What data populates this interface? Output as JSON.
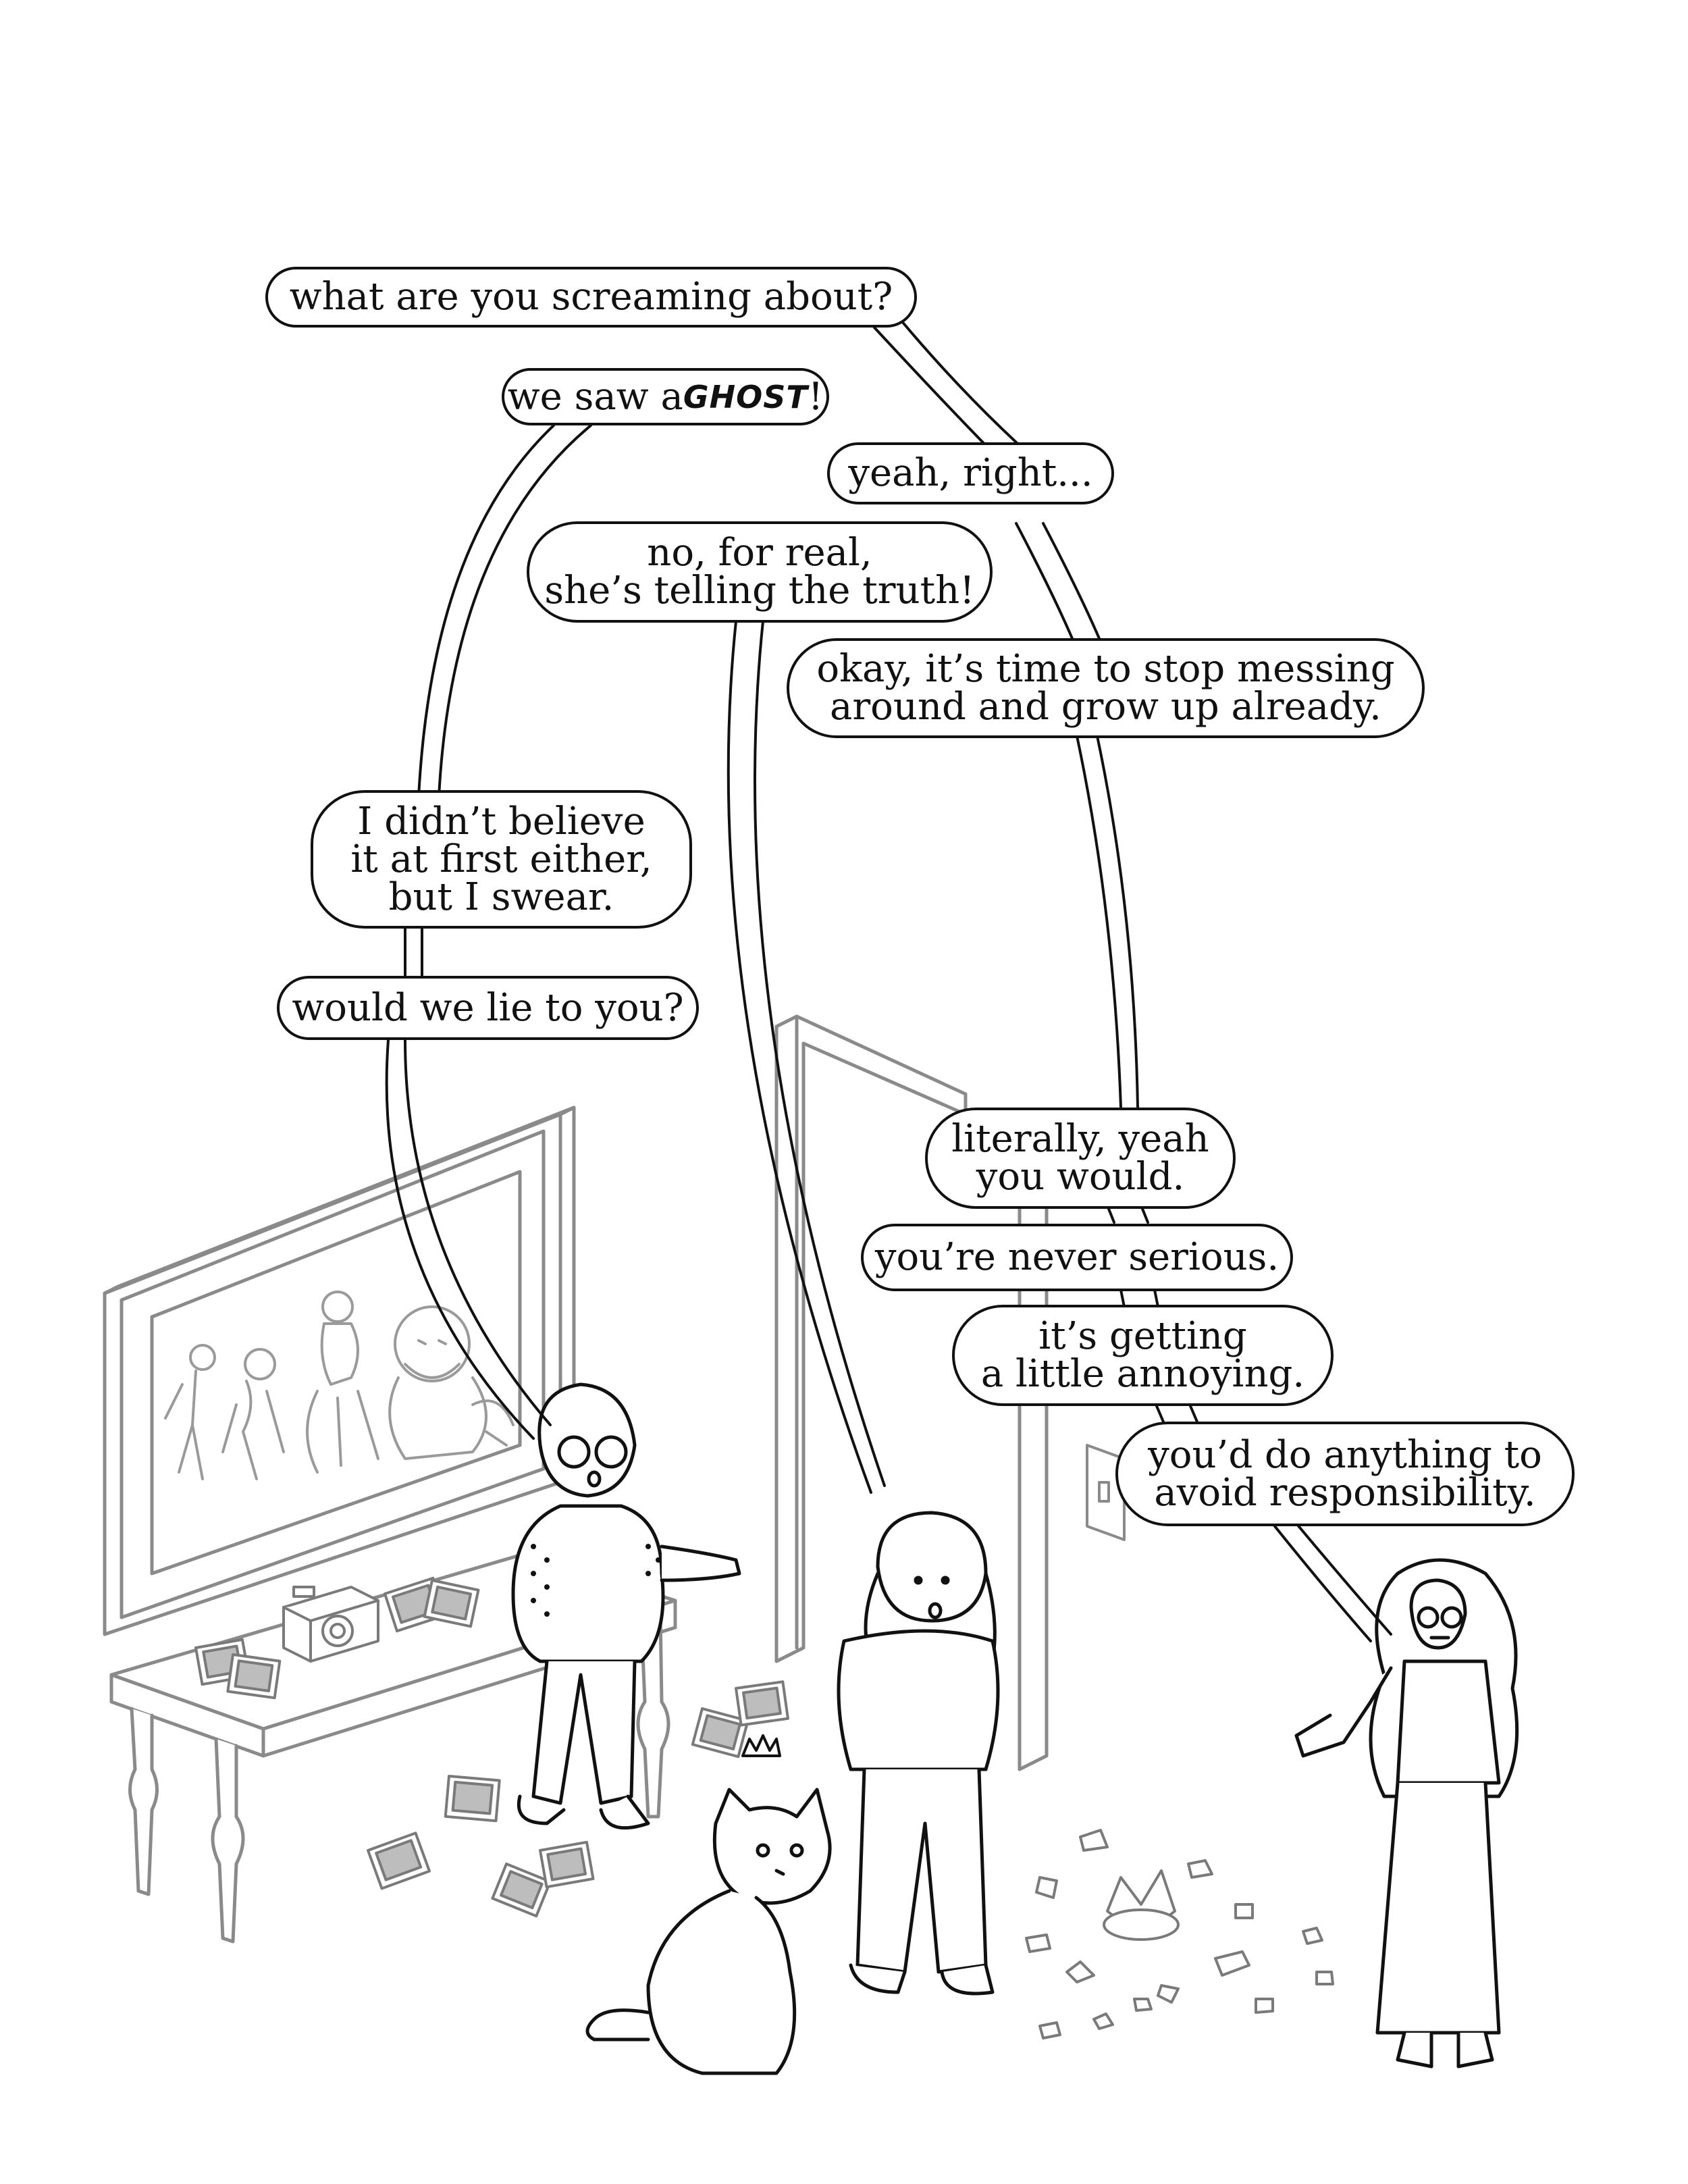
{
  "dialogue": [
    {
      "id": "b1",
      "lines": [
        "what are you screaming about?"
      ]
    },
    {
      "id": "b2",
      "lines": [
        "we saw a "
      ],
      "emphasis": "GHOST",
      "suffix": "!"
    },
    {
      "id": "b3",
      "lines": [
        "yeah, right..."
      ]
    },
    {
      "id": "b4",
      "lines": [
        "no, for real,",
        "she’s telling the truth!"
      ]
    },
    {
      "id": "b5",
      "lines": [
        "okay, it’s time to stop messing",
        "around and grow up already."
      ]
    },
    {
      "id": "b6",
      "lines": [
        "I didn’t believe",
        "it at first either,",
        "but I swear."
      ]
    },
    {
      "id": "b7",
      "lines": [
        "would we lie to you?"
      ]
    },
    {
      "id": "b8",
      "lines": [
        "literally, yeah",
        "you would."
      ]
    },
    {
      "id": "b9",
      "lines": [
        "you’re never serious."
      ]
    },
    {
      "id": "b10",
      "lines": [
        "it’s getting",
        "a little annoying."
      ]
    },
    {
      "id": "b11",
      "lines": [
        "you’d do anything to",
        "avoid responsibility."
      ]
    }
  ],
  "colors": {
    "ink": "#111111",
    "scenery": "#8a8a8a",
    "paper": "#ffffff",
    "photo": "#bdbdbd"
  },
  "icons": {
    "camera": "instant-camera-icon",
    "crown": "crown-icon",
    "switch": "light-switch-icon"
  }
}
